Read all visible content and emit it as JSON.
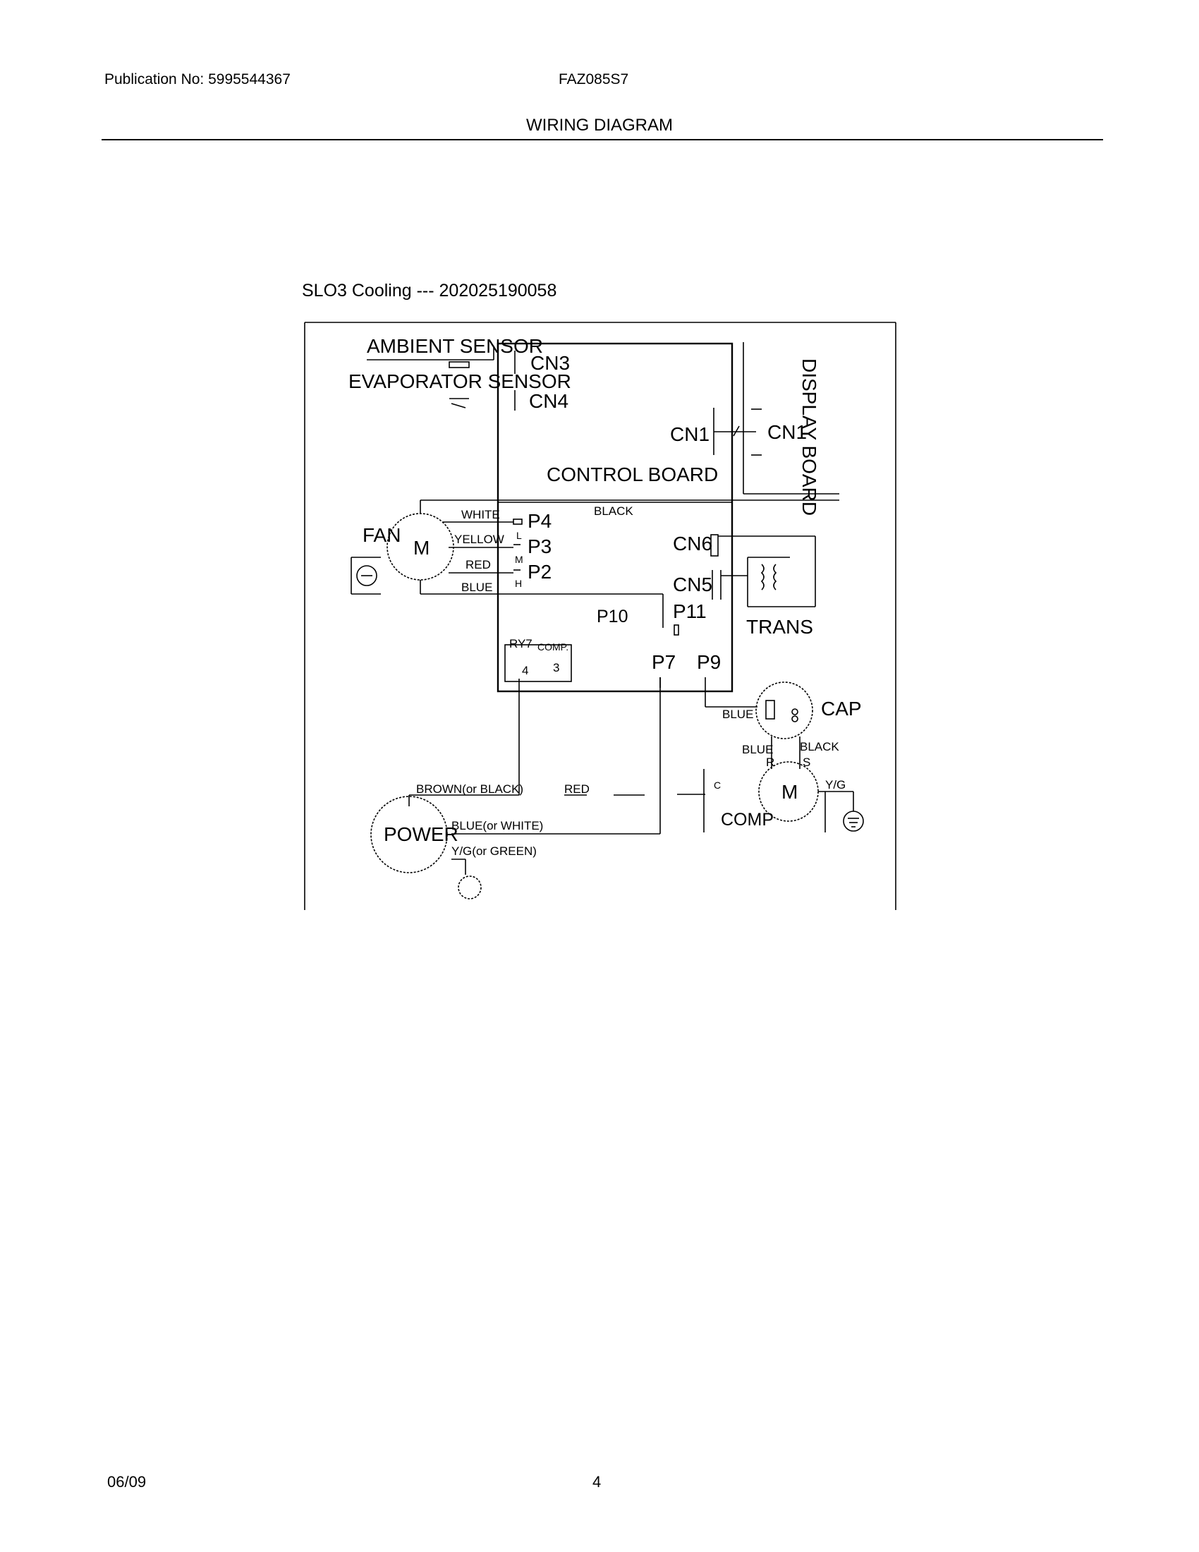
{
  "header": {
    "publication": "Publication No: 5995544367",
    "model": "FAZ085S7",
    "title": "WIRING DIAGRAM"
  },
  "diagram": {
    "subtitle": "SLO3 Cooling --- 202025190058",
    "labels": {
      "ambient_sensor": "AMBIENT SENSOR",
      "evaporator_sensor": "EVAPORATOR SENSOR",
      "cn3": "CN3",
      "cn4": "CN4",
      "cn1_board": "CN1",
      "cn1_display": "CN1",
      "display_board": "DISPLAY BOARD",
      "control_board": "CONTROL BOARD",
      "black_top": "BLACK",
      "fan": "FAN",
      "motor_m": "M",
      "white": "WHITE",
      "yellow": "YELLOW",
      "red": "RED",
      "blue": "BLUE",
      "p4": "P4",
      "p3": "P3",
      "p2": "P2",
      "speed_l": "L",
      "speed_m": "M",
      "speed_h": "H",
      "cn6": "CN6",
      "cn5": "CN5",
      "p10": "P10",
      "p11": "P11",
      "trans": "TRANS",
      "ry7": "RY7",
      "comp_relay": "COMP.",
      "term_4": "4",
      "term_3": "3",
      "p7": "P7",
      "p9": "P9",
      "cap_blue": "BLUE",
      "cap": "CAP",
      "blue_r": "BLUE",
      "black_s": "BLACK",
      "r": "R",
      "s": "S",
      "brown": "BROWN(or BLACK)",
      "red_wire": "RED",
      "c": "C",
      "comp_m": "M",
      "yg": "Y/G",
      "comp": "COMP",
      "power": "POWER",
      "blue_white": "BLUE(or WHITE)",
      "yg_green": "Y/G(or GREEN)"
    }
  },
  "footer": {
    "date": "06/09",
    "page": "4"
  }
}
